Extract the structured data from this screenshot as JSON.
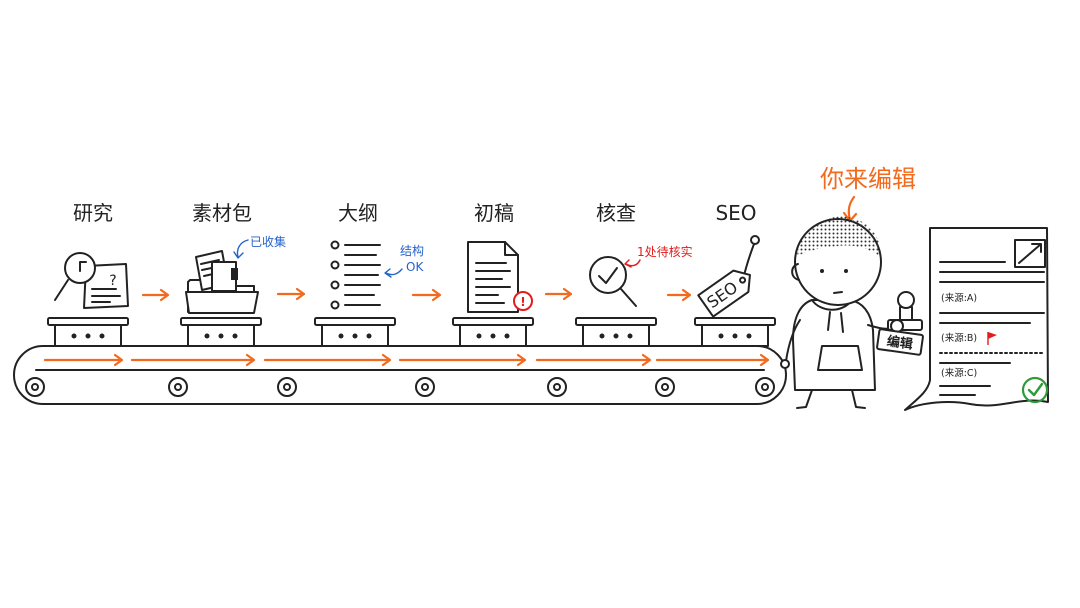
{
  "pipeline": {
    "stages": [
      {
        "label": "研究",
        "icon": "magnifier-document-icon"
      },
      {
        "label": "素材包",
        "icon": "folder-icon"
      },
      {
        "label": "大纲",
        "icon": "outline-list-icon"
      },
      {
        "label": "初稿",
        "icon": "draft-document-icon"
      },
      {
        "label": "核查",
        "icon": "check-magnifier-icon"
      },
      {
        "label": "SEO",
        "icon": "seo-tag-icon"
      }
    ],
    "research_mark": "?",
    "seo_tag": "SEO"
  },
  "notes": {
    "collected": "已收集",
    "structure": [
      "结构",
      "OK"
    ],
    "pending": "1处待核实",
    "alert_mark": "!",
    "you_edit": "你来编辑"
  },
  "editor": {
    "stamp_label": "编辑",
    "icon": "stamp-icon"
  },
  "document": {
    "sources": [
      {
        "text": "(来源:A)"
      },
      {
        "text": "(来源:B)",
        "icon": "red-flag-icon"
      },
      {
        "text": "(来源:C)",
        "icon": "check-circle-icon"
      }
    ]
  },
  "colors": {
    "ink": "#222222",
    "accent": "#f26a1e",
    "blue": "#2563c9",
    "red": "#e11d1d",
    "green": "#2f9a3a"
  }
}
